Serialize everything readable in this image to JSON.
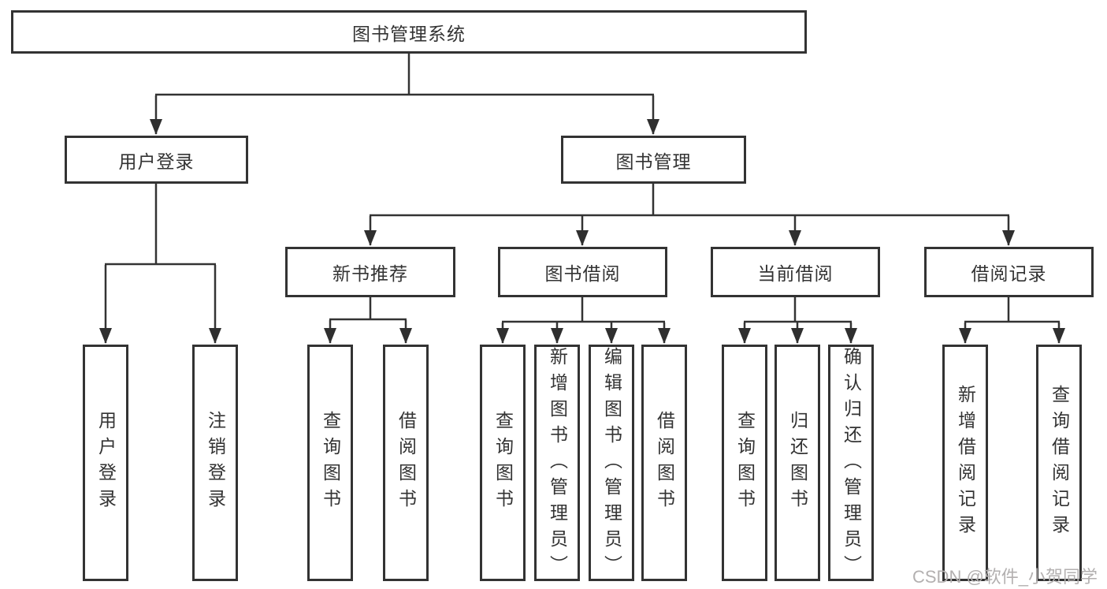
{
  "diagram": {
    "root": {
      "label": "图书管理系统"
    },
    "branches": [
      {
        "label": "用户登录",
        "children": [
          {
            "label": "用户登录"
          },
          {
            "label": "注销登录"
          }
        ]
      },
      {
        "label": "图书管理",
        "groups": [
          {
            "label": "新书推荐",
            "children": [
              {
                "label": "查询图书"
              },
              {
                "label": "借阅图书"
              }
            ]
          },
          {
            "label": "图书借阅",
            "children": [
              {
                "label": "查询图书"
              },
              {
                "label": "新增图书（管理员）"
              },
              {
                "label": "编辑图书（管理员）"
              },
              {
                "label": "借阅图书"
              }
            ]
          },
          {
            "label": "当前借阅",
            "children": [
              {
                "label": "查询图书"
              },
              {
                "label": "归还图书"
              },
              {
                "label": "确认归还（管理员）"
              }
            ]
          },
          {
            "label": "借阅记录",
            "children": [
              {
                "label": "新增借阅记录"
              },
              {
                "label": "查询借阅记录"
              }
            ]
          }
        ]
      }
    ]
  },
  "watermark": {
    "text": "CSDN @软件_小贺同学"
  },
  "colors": {
    "background": "#ffffff",
    "box_border": "#333333",
    "connector_line": "#333333",
    "text": "#333333",
    "watermark_text": "#b3b0b0"
  }
}
